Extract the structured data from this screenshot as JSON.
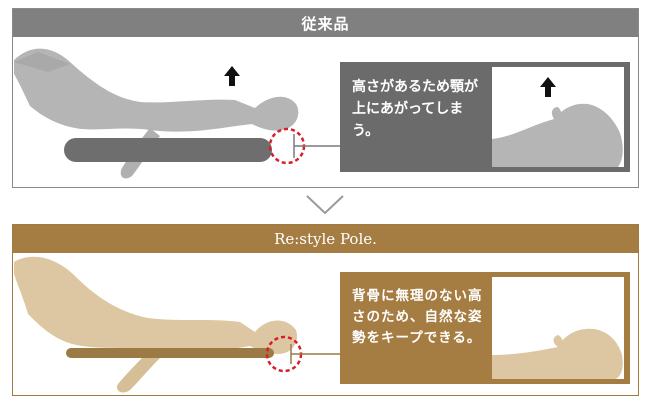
{
  "panels": {
    "top": {
      "title": "従来品",
      "callout_text": "高さがあるため顎が上にあがってしまう。",
      "color": "#808080",
      "inset_arrow_icon": "up-arrow-icon"
    },
    "bottom": {
      "title": "Re:style Pole.",
      "callout_text": "背骨に無理のない高さのため、自然な姿勢をキープできる。",
      "color": "#a57d42"
    }
  },
  "icons": {
    "arrow": "up-arrow-icon",
    "transition": "chevron-down-icon",
    "highlight": "dashed-circle-icon"
  },
  "colors": {
    "figure_gray": "#b3b3b3",
    "figure_beige": "#dcc7a2",
    "pole_gray": "#6e6e6e",
    "pole_brown": "#9c7a45",
    "highlight_red": "#d81e2a"
  }
}
